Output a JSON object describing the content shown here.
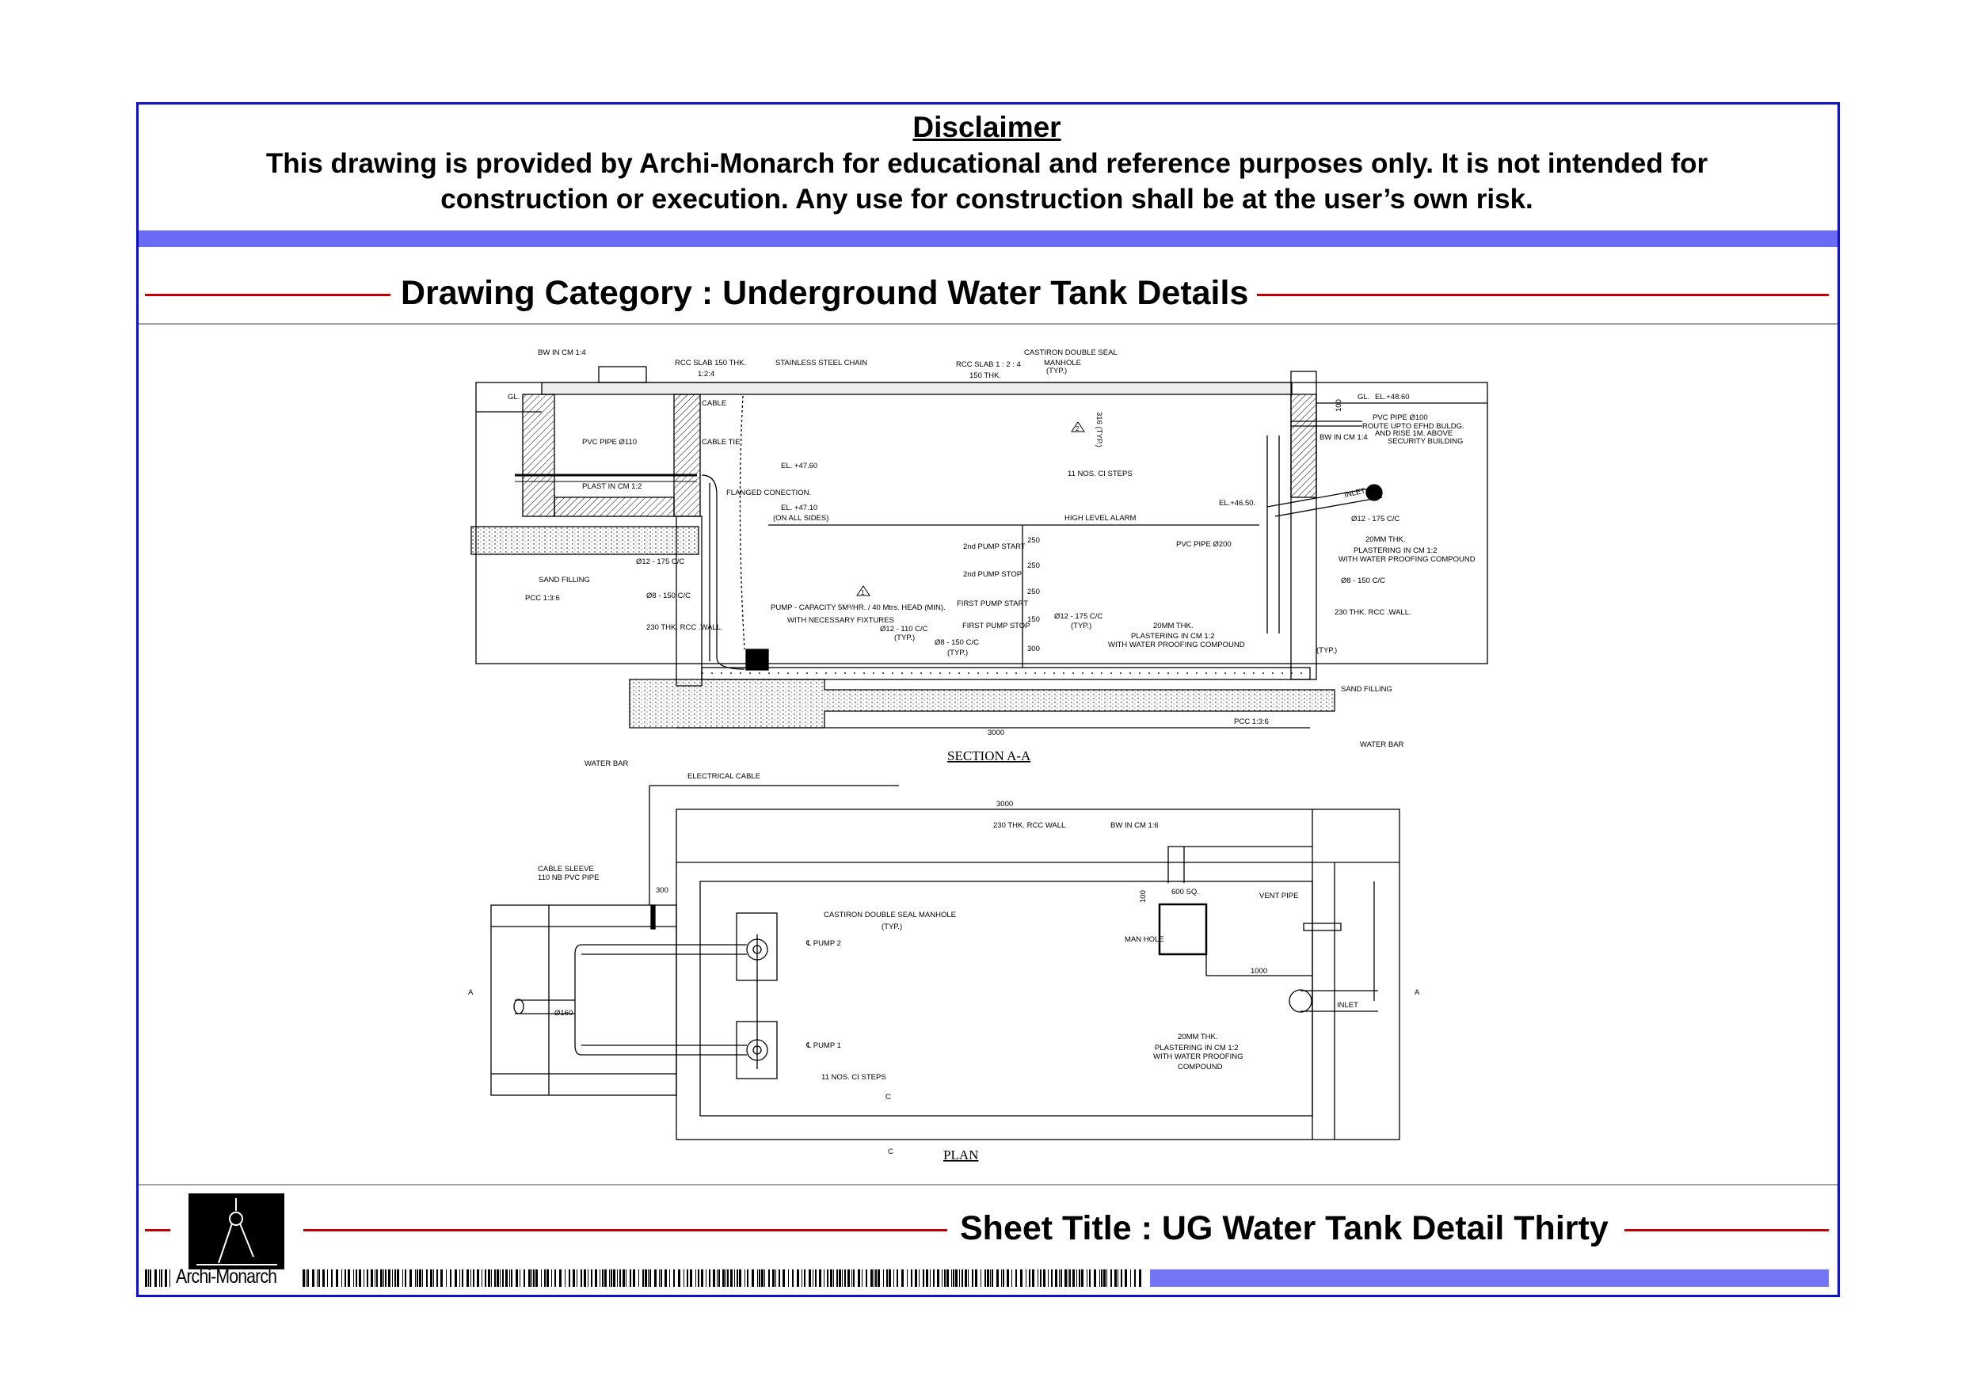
{
  "disclaimer": {
    "heading": "Disclaimer",
    "line1": "This drawing is provided by Archi-Monarch for educational and reference purposes only. It is not intended for",
    "line2": "construction or execution. Any use for construction shall be at the user’s own risk."
  },
  "category": "Drawing Category : Underground Water Tank Details",
  "sheet_title": "Sheet Title : UG Water Tank Detail Thirty",
  "brand": "Archi-Monarch",
  "colors": {
    "frame": "#1010c8",
    "band": "#6b6bf5",
    "accent_line": "#c00000"
  },
  "drawing": {
    "section_title": "SECTION A-A",
    "plan_title": "PLAN",
    "revision_marks": [
      "2",
      "1"
    ],
    "labels": [
      "BW IN CM 1:4",
      "RCC SLAB 150 THK.",
      "1:2:4",
      "STAINLESS STEEL CHAIN",
      "CASTIRON DOUBLE SEAL",
      "MANHOLE",
      "(TYP.)",
      "RCC SLAB 1 : 2 : 4",
      "150 THK.",
      "GL.",
      "CABLE",
      "PVC PIPE Ø110",
      "CABLE TIE",
      "EL. +47.60",
      "PLAST IN CM 1:2",
      "FLANGED CONECTION.",
      "EL. +47.10",
      "(ON ALL SIDES)",
      "11 NOS. CI STEPS",
      "316 (TYP.)",
      "HIGH LEVEL ALARM",
      "2nd PUMP START",
      "2nd PUMP STOP",
      "FIRST PUMP START",
      "FIRST PUMP STOP",
      "250",
      "250",
      "250",
      "150",
      "300",
      "SAND FILLING",
      "PCC 1:3:6",
      "Ø12 - 175 C/C",
      "Ø8 - 150 C/C",
      "230 THK. RCC .WALL.",
      "PUMP - CAPACITY 5M³/HR. / 40 Mtrs. HEAD (MIN).",
      "WITH NECESSARY FIXTURES",
      "Ø12 - 110 C/C",
      "(TYP.)",
      "Ø8 - 150 C/C",
      "(TYP.)",
      "Ø12 - 175 C/C",
      "(TYP.)",
      "20MM THK.",
      "PLASTERING IN CM 1:2",
      "WITH WATER PROOFING COMPOUND",
      "3000",
      "WATER BAR",
      "GL.",
      "EL.+48.60",
      "PVC PIPE Ø100",
      "ROUTE UPTO EFHD BULDG.",
      "AND RISE 1M. ABOVE",
      "SECURITY BUILDING",
      "BW IN CM 1:4",
      "100",
      "INLET",
      "EL.+46.50.",
      "Ø12 - 175 C/C",
      "20MM THK.",
      "PLASTERING IN CM 1:2",
      "WITH WATER PROOFING COMPOUND",
      "PVC PIPE Ø200",
      "Ø8 - 150 C/C",
      "230 THK. RCC .WALL.",
      "(TYP.)",
      "SAND FILLING",
      "PCC 1:3:6",
      "WATER BAR",
      "ELECTRICAL CABLE",
      "3000",
      "230 THK. RCC WALL",
      "BW IN CM 1:6",
      "CABLE SLEEVE",
      "110 NB PVC PIPE",
      "300",
      "CASTIRON DOUBLE SEAL MANHOLE",
      "(TYP.)",
      "℄ PUMP 2",
      "℄ PUMP 1",
      "Ø160",
      "11 NOS. CI STEPS",
      "100",
      "600 SQ.",
      "MAN HOLE",
      "VENT PIPE",
      "1000",
      "INLET",
      "20MM THK.",
      "PLASTERING IN CM 1:2",
      "WITH WATER PROOFING",
      "COMPOUND",
      "A",
      "A",
      "C",
      "C"
    ]
  }
}
